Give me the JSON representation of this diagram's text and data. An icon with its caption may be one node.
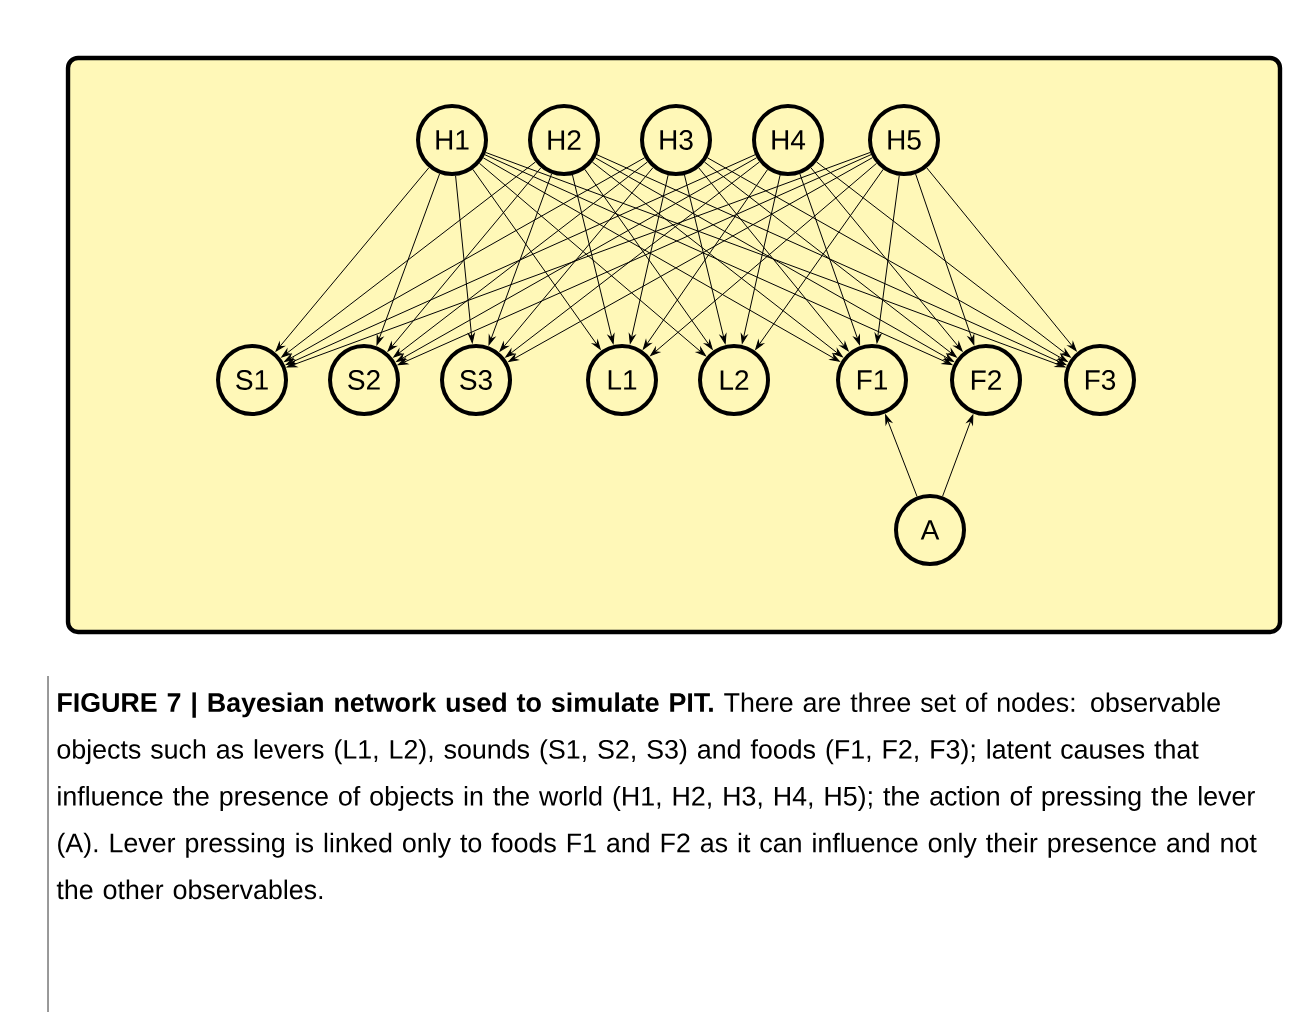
{
  "diagram": {
    "caption": "**FIGURE 7 | Bayesian network used to simulate PIT.** There are three set of nodes: observable objects such as levers (L1, L2), sounds (S1, S2, S3) and foods (F1, F2, F3); latent causes that influence the presence of objects in the world (H1, H2, H3, H4, H5); the action of pressing the lever (A). Lever pressing is linked only to foods F1 and F2 as it can influence only their presence and not the other observables.",
    "nodes": [
      {
        "text": [
          "H1"
        ]
      },
      {
        "text": [
          "H2"
        ]
      },
      {
        "text": [
          "H3"
        ]
      },
      {
        "text": [
          "H4"
        ]
      },
      {
        "text": [
          "H5"
        ]
      },
      {
        "text": [
          "S1"
        ]
      },
      {
        "text": [
          "S2"
        ]
      },
      {
        "text": [
          "S3"
        ]
      },
      {
        "text": [
          "L1"
        ]
      },
      {
        "text": [
          "L2"
        ]
      },
      {
        "text": [
          "F1"
        ]
      },
      {
        "text": [
          "F2"
        ]
      },
      {
        "text": [
          "F3"
        ]
      },
      {
        "text": [
          "A"
        ]
      }
    ],
    "edges": [
      {
        "from": 0,
        "to": 5,
        "arrow": "to"
      },
      {
        "from": 0,
        "to": 6,
        "arrow": "to"
      },
      {
        "from": 0,
        "to": 7,
        "arrow": "to"
      },
      {
        "from": 0,
        "to": 8,
        "arrow": "to"
      },
      {
        "from": 0,
        "to": 9,
        "arrow": "to"
      },
      {
        "from": 0,
        "to": 10,
        "arrow": "to"
      },
      {
        "from": 0,
        "to": 11,
        "arrow": "to"
      },
      {
        "from": 0,
        "to": 12,
        "arrow": "to"
      },
      {
        "from": 1,
        "to": 5,
        "arrow": "to"
      },
      {
        "from": 1,
        "to": 6,
        "arrow": "to"
      },
      {
        "from": 1,
        "to": 7,
        "arrow": "to"
      },
      {
        "from": 1,
        "to": 8,
        "arrow": "to"
      },
      {
        "from": 1,
        "to": 9,
        "arrow": "to"
      },
      {
        "from": 1,
        "to": 10,
        "arrow": "to"
      },
      {
        "from": 1,
        "to": 11,
        "arrow": "to"
      },
      {
        "from": 1,
        "to": 12,
        "arrow": "to"
      },
      {
        "from": 2,
        "to": 5,
        "arrow": "to"
      },
      {
        "from": 2,
        "to": 6,
        "arrow": "to"
      },
      {
        "from": 2,
        "to": 7,
        "arrow": "to"
      },
      {
        "from": 2,
        "to": 8,
        "arrow": "to"
      },
      {
        "from": 2,
        "to": 9,
        "arrow": "to"
      },
      {
        "from": 2,
        "to": 10,
        "arrow": "to"
      },
      {
        "from": 2,
        "to": 11,
        "arrow": "to"
      },
      {
        "from": 2,
        "to": 12,
        "arrow": "to"
      },
      {
        "from": 3,
        "to": 5,
        "arrow": "to"
      },
      {
        "from": 3,
        "to": 6,
        "arrow": "to"
      },
      {
        "from": 3,
        "to": 7,
        "arrow": "to"
      },
      {
        "from": 3,
        "to": 8,
        "arrow": "to"
      },
      {
        "from": 3,
        "to": 9,
        "arrow": "to"
      },
      {
        "from": 3,
        "to": 10,
        "arrow": "to"
      },
      {
        "from": 3,
        "to": 11,
        "arrow": "to"
      },
      {
        "from": 3,
        "to": 12,
        "arrow": "to"
      },
      {
        "from": 4,
        "to": 5,
        "arrow": "to"
      },
      {
        "from": 4,
        "to": 6,
        "arrow": "to"
      },
      {
        "from": 4,
        "to": 7,
        "arrow": "to"
      },
      {
        "from": 4,
        "to": 8,
        "arrow": "to"
      },
      {
        "from": 4,
        "to": 9,
        "arrow": "to"
      },
      {
        "from": 4,
        "to": 10,
        "arrow": "to"
      },
      {
        "from": 4,
        "to": 11,
        "arrow": "to"
      },
      {
        "from": 4,
        "to": 12,
        "arrow": "to"
      },
      {
        "from": 13,
        "to": 10,
        "arrow": "to"
      },
      {
        "from": 13,
        "to": 11,
        "arrow": "to"
      }
    ]
  }
}
